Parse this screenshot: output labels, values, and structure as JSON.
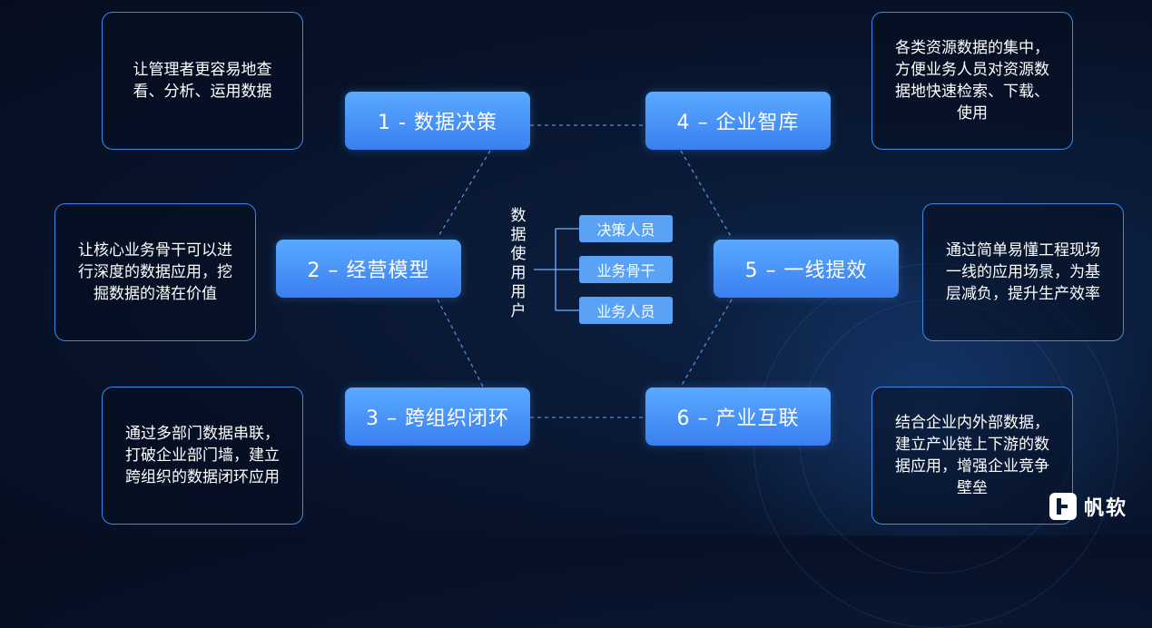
{
  "nodes": [
    {
      "id": "n1",
      "label": "1 - 数据决策",
      "desc": "让管理者更容易地查看、分析、运用数据"
    },
    {
      "id": "n2",
      "label": "2 – 经营模型",
      "desc": "让核心业务骨干可以进行深度的数据应用，挖掘数据的潜在价值"
    },
    {
      "id": "n3",
      "label": "3 – 跨组织闭环",
      "desc": "通过多部门数据串联，打破企业部门墙，建立跨组织的数据闭环应用"
    },
    {
      "id": "n4",
      "label": "4 – 企业智库",
      "desc": "各类资源数据的集中，方便业务人员对资源数据地快速检索、下载、使用"
    },
    {
      "id": "n5",
      "label": "5 – 一线提效",
      "desc": "通过简单易懂工程现场一线的应用场景，为基层减负，提升生产效率"
    },
    {
      "id": "n6",
      "label": "6 – 产业互联",
      "desc": "结合企业内外部数据，建立产业链上下游的数据应用，增强企业竞争壁垒"
    }
  ],
  "center": {
    "label": "数据使用用户",
    "users": [
      "决策人员",
      "业务骨干",
      "业务人员"
    ]
  },
  "logo": {
    "text": "帆软",
    "icon": "fanruan-logo-icon"
  },
  "colors": {
    "node": "#4a93f8",
    "border": "#3d8be6",
    "background": "#081530",
    "user": "#5aa2f5"
  }
}
